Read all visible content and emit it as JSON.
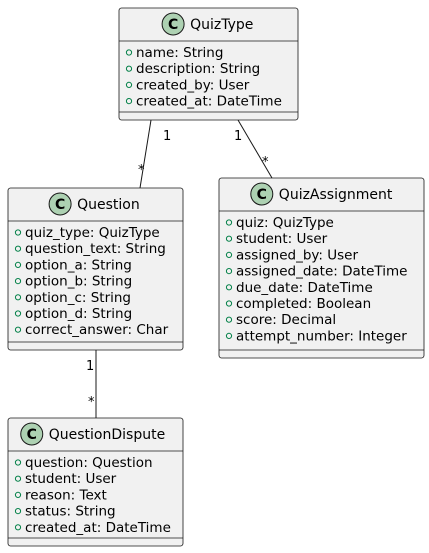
{
  "diagram": {
    "classes": [
      {
        "id": "quiztype",
        "stereotype_letter": "C",
        "name": "QuizType",
        "attributes": [
          "name: String",
          "description: String",
          "created_by: User",
          "created_at: DateTime"
        ]
      },
      {
        "id": "question",
        "stereotype_letter": "C",
        "name": "Question",
        "attributes": [
          "quiz_type: QuizType",
          "question_text: String",
          "option_a: String",
          "option_b: String",
          "option_c: String",
          "option_d: String",
          "correct_answer: Char"
        ]
      },
      {
        "id": "quizassignment",
        "stereotype_letter": "C",
        "name": "QuizAssignment",
        "attributes": [
          "quiz: QuizType",
          "student: User",
          "assigned_by: User",
          "assigned_date: DateTime",
          "due_date: DateTime",
          "completed: Boolean",
          "score: Decimal",
          "attempt_number: Integer"
        ]
      },
      {
        "id": "questiondispute",
        "stereotype_letter": "C",
        "name": "QuestionDispute",
        "attributes": [
          "question: Question",
          "student: User",
          "reason: Text",
          "status: String",
          "created_at: DateTime"
        ]
      }
    ],
    "associations": [
      {
        "from": "quiztype",
        "to": "question",
        "from_mult": "1",
        "to_mult": "*"
      },
      {
        "from": "quiztype",
        "to": "quizassignment",
        "from_mult": "1",
        "to_mult": "*"
      },
      {
        "from": "question",
        "to": "questiondispute",
        "from_mult": "1",
        "to_mult": "*"
      }
    ],
    "colors": {
      "box_fill": "#f1f1f1",
      "border": "#181818",
      "badge_fill": "#add1b2",
      "visibility_marker": "#038048"
    }
  }
}
